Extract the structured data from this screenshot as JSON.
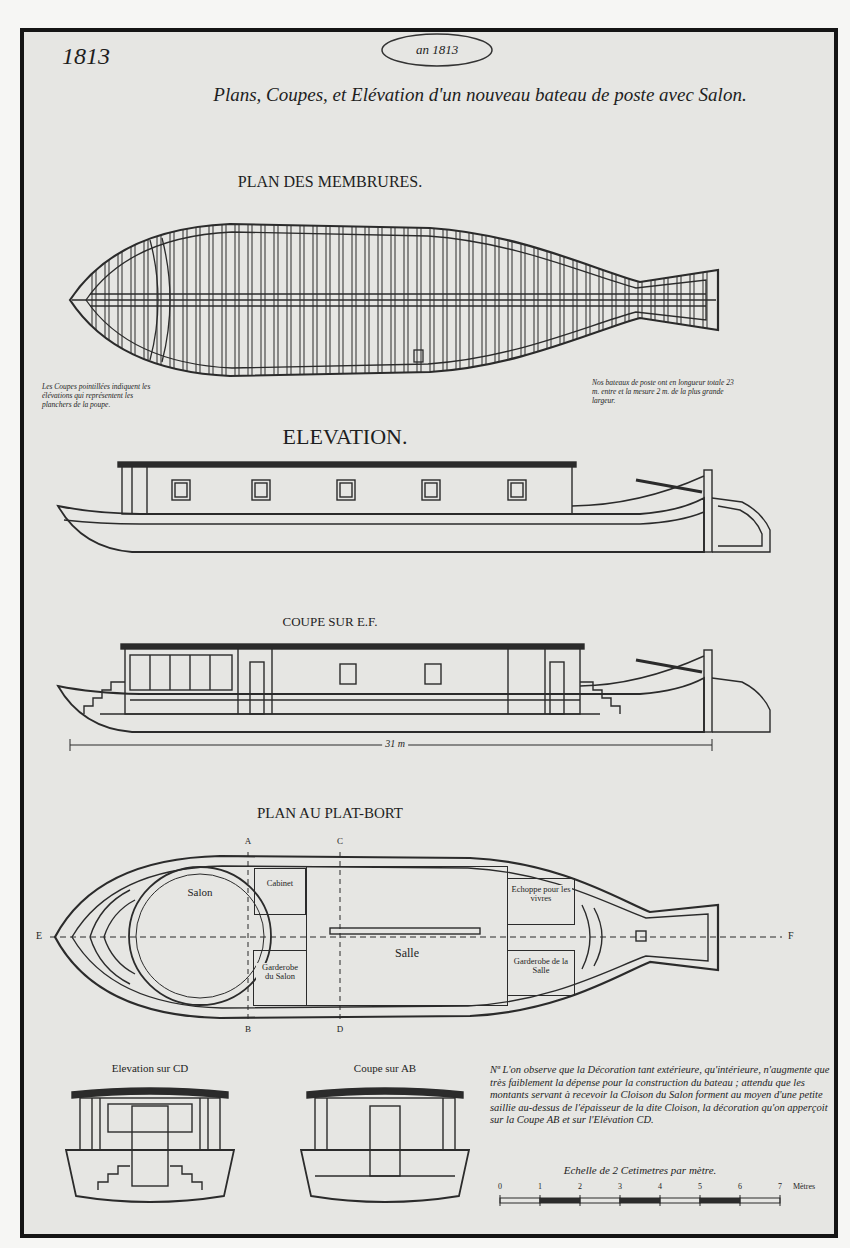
{
  "diagram": {
    "title": "Plans, Coupes, et Elévation d'un nouveau bateau de poste avec Salon.",
    "nodes": [
      {
        "text": [
          "Salon"
        ]
      },
      {
        "text": [
          "Cabinet"
        ]
      },
      {
        "text": [
          "Garderobe du Salon"
        ]
      },
      {
        "text": [
          "Salle"
        ]
      },
      {
        "text": [
          "Echoppe pour les vivres"
        ]
      },
      {
        "text": [
          "Garderobe de la Salle"
        ]
      }
    ],
    "labels": [
      "1813",
      "an 1813",
      "PLAN DES MEMBRURES.",
      "Les Coupes pointillées indiquent les élévations qui représentent les planchers de la poupe.",
      "Nos bateaux de poste ont en longueur totale 23 m. entre et la mesure 2 m. de la plus grande largeur.",
      "ELEVATION.",
      "COUPE SUR E.F.",
      "31 m",
      "PLAN AU PLAT-BORT",
      "E",
      "F",
      "A",
      "B",
      "C",
      "D",
      "Elevation sur CD",
      "Coupe sur AB",
      "Nª L'on observe que la Décoration tant extérieure, qu'intérieure, n'augmente que très faiblement la dépense pour la construction du bateau ; attendu que les montants servant à recevoir la Cloison du Salon forment au moyen d'une petite saillie au-dessus de l'épaisseur de la dite Cloison, la décoration qu'on apperçoit sur la Coupe AB et sur l'Elévation CD.",
      "Echelle de 2 Cetimetres par mètre.",
      "0",
      "1",
      "2",
      "3",
      "4",
      "5",
      "6",
      "7",
      "Mètres"
    ]
  }
}
